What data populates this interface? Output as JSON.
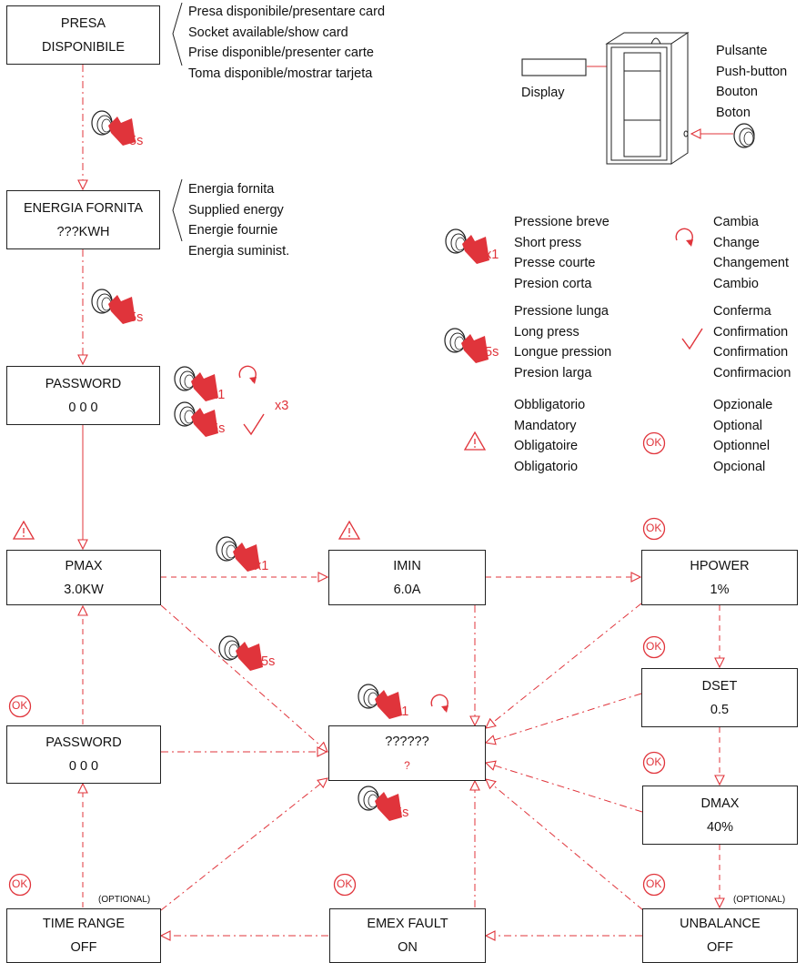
{
  "boxes": {
    "presa": {
      "line1": "PRESA",
      "line2": "DISPONIBILE"
    },
    "energia": {
      "line1": "ENERGIA FORNITA",
      "line2": "???KWH"
    },
    "password_top": {
      "line1": "PASSWORD",
      "line2": "0 0 0"
    },
    "pmax": {
      "line1": "PMAX",
      "line2": "3.0KW"
    },
    "imin": {
      "line1": "IMIN",
      "line2": "6.0A"
    },
    "hpower": {
      "line1": "HPOWER",
      "line2": "1%"
    },
    "dset": {
      "line1": "DSET",
      "line2": "0.5"
    },
    "password_left": {
      "line1": "PASSWORD",
      "line2": "0 0 0"
    },
    "center": {
      "line1": "??????",
      "line2": "?"
    },
    "dmax": {
      "line1": "DMAX",
      "line2": "40%"
    },
    "time_range": {
      "line1": "TIME RANGE",
      "line2": "OFF"
    },
    "emex_fault": {
      "line1": "EMEX FAULT",
      "line2": "ON"
    },
    "unbalance": {
      "line1": "UNBALANCE",
      "line2": "OFF"
    }
  },
  "descriptions": {
    "presa": [
      "Presa disponibile/presentare card",
      "Socket available/show card",
      "Prise disponible/presenter carte",
      "Toma disponible/mostrar tarjeta"
    ],
    "energia": [
      "Energia fornita",
      "Supplied energy",
      "Energie fournie",
      "Energia suminist."
    ]
  },
  "device": {
    "display_label": "Display",
    "button_labels": [
      "Pulsante",
      "Push-button",
      "Bouton",
      "Boton"
    ]
  },
  "legend": {
    "short_press": [
      "Pressione breve",
      "Short press",
      "Presse courte",
      "Presion corta"
    ],
    "change": [
      "Cambia",
      "Change",
      "Changement",
      "Cambio"
    ],
    "long_press": [
      "Pressione lunga",
      "Long press",
      "Longue pression",
      "Presion larga"
    ],
    "confirm": [
      "Conferma",
      "Confirmation",
      "Confirmation",
      "Confirmacion"
    ],
    "mandatory": [
      "Obbligatorio",
      "Mandatory",
      "Obligatoire",
      "Obligatorio"
    ],
    "optional": [
      "Opzionale",
      "Optional",
      "Optionnel",
      "Opcional"
    ]
  },
  "press_labels": {
    "x1": "x1",
    "5s": "5s",
    "x3": "x3"
  },
  "ok_label": "OK",
  "optional_tag": "(OPTIONAL)",
  "colors": {
    "accent": "#e0343b",
    "line": "#222222"
  }
}
